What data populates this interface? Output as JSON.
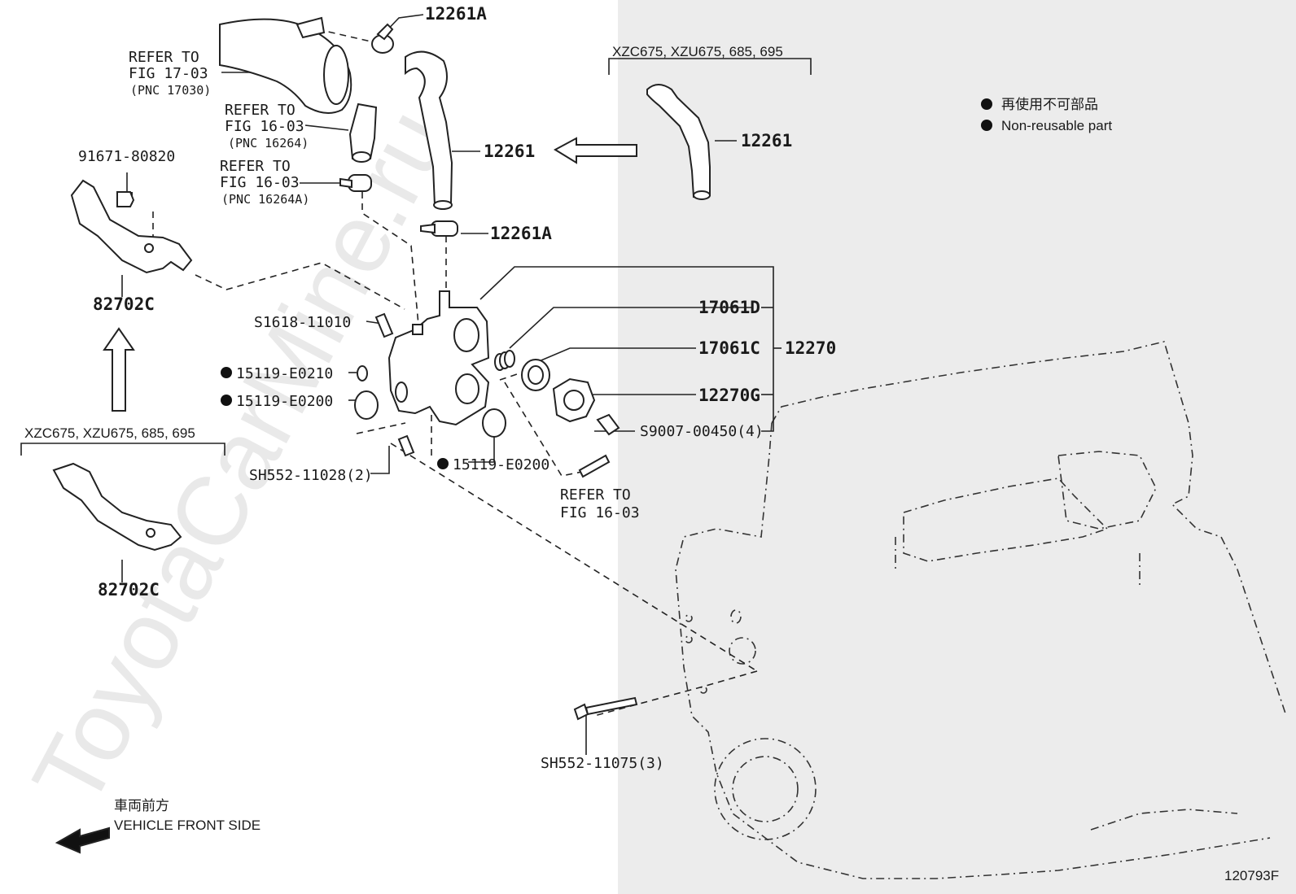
{
  "watermark": "ToyotaCarMine.ru",
  "legend": {
    "jp": "再使用不可部品",
    "en": "Non-reusable part"
  },
  "figure_id": "120793F",
  "direction": {
    "jp": "車両前方",
    "en": "VEHICLE FRONT SIDE"
  },
  "variant_label_top": "XZC675, XZU675, 685, 695",
  "variant_label_left": "XZC675, XZU675, 685, 695",
  "refs": {
    "r1_a": "REFER TO",
    "r1_b": "FIG 17-03",
    "r1_c": "(PNC 17030)",
    "r2_a": "REFER TO",
    "r2_b": "FIG 16-03",
    "r2_c": "(PNC 16264)",
    "r3_a": "REFER TO",
    "r3_b": "FIG 16-03",
    "r3_c": "(PNC 16264A)",
    "r4_a": "REFER TO",
    "r4_b": "FIG 16-03"
  },
  "parts": {
    "p12261A_top": "12261A",
    "p12261_main": "12261",
    "p12261_var": "12261",
    "p12261A_low": "12261A",
    "p91671": "91671-80820",
    "p82702C_a": "82702C",
    "p82702C_b": "82702C",
    "pS1618": "S1618-11010",
    "p15119_E0210": "15119-E0210",
    "p15119_E0200a": "15119-E0200",
    "p15119_E0200b": "15119-E0200",
    "pSH552_11028": "SH552-11028(2)",
    "p17061D": "17061D",
    "p17061C": "17061C",
    "p12270": "12270",
    "p12270G": "12270G",
    "pS9007": "S9007-00450(4)",
    "pSH552_11075": "SH552-11075(3)"
  }
}
